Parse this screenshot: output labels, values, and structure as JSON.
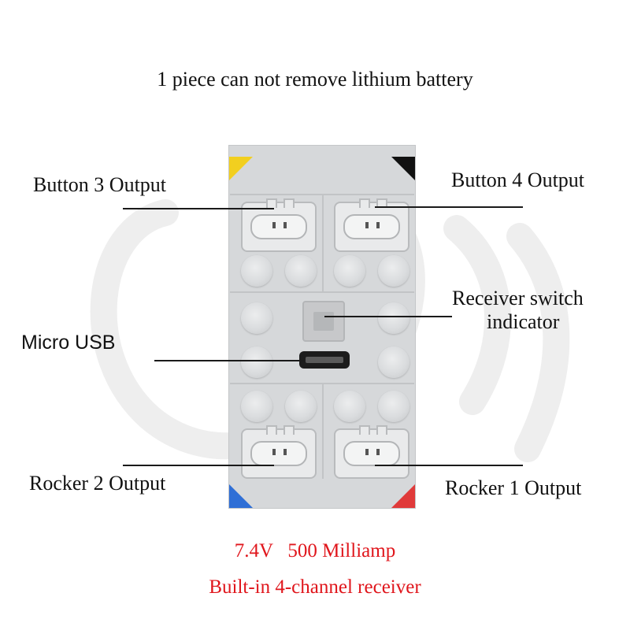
{
  "title": "1 piece can not remove lithium battery",
  "labels": {
    "button3": "Button 3 Output",
    "button4": "Button 4 Output",
    "receiver_line1": "Receiver switch",
    "receiver_line2": "indicator",
    "micro_usb": "Micro USB",
    "rocker2": "Rocker 2 Output",
    "rocker1": "Rocker 1 Output"
  },
  "specs": {
    "line1": "7.4V   500 Milliamp",
    "line2": "Built-in 4-channel receiver"
  },
  "colors": {
    "spec_text": "#e0161c",
    "corner_yellow": "#f2cf1f",
    "corner_black": "#111111",
    "corner_blue": "#2f6fd6",
    "corner_red": "#e03a3a",
    "device_body": "#d6d8da"
  }
}
